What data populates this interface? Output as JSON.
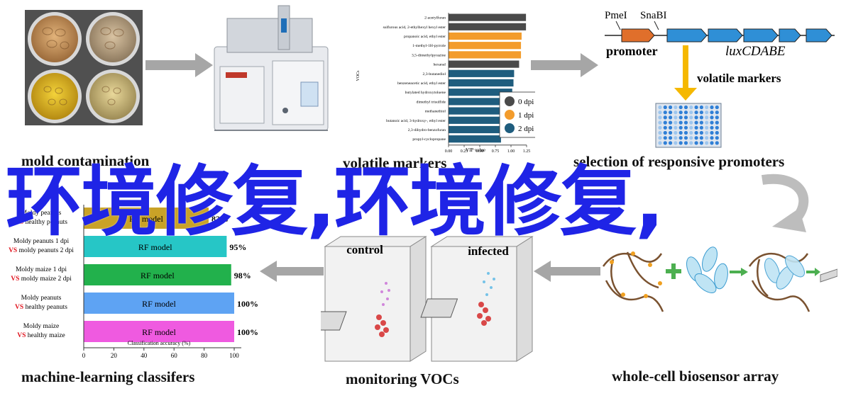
{
  "captions": {
    "mold": "mold contamination",
    "volatile_top": "volatile markers",
    "selection": "selection of responsive promoters",
    "ml": "machine-learning classifers",
    "monitoring": "monitoring VOCs",
    "biosensor": "whole-cell biosensor array"
  },
  "overlay_text": "环境修复,环境修复,",
  "construct": {
    "site1": "PmeI",
    "site2": "SnaBI",
    "promoter": "promoter",
    "genes": "luxCDABE",
    "volatile": "volatile markers"
  },
  "boxes": {
    "control": "control",
    "infected": "infected"
  },
  "voc_chart": {
    "type": "bar",
    "ylabel": "VOCs",
    "xlabel": "VIP value",
    "xlim": [
      0,
      1.25
    ],
    "xticks": [
      "0.00",
      "0.25",
      "0.50",
      "0.75",
      "1.00",
      "1.25"
    ],
    "legend": [
      {
        "label": "0  dpi",
        "color": "#4a4a4a"
      },
      {
        "label": "1  dpi",
        "color": "#f39c2c"
      },
      {
        "label": "2  dpi",
        "color": "#1f5d7e"
      }
    ],
    "categories": [
      "2-acetylfuran",
      "sulfurous acid, 2-ethylhexyl hexyl ester",
      "propanoic acid, ethyl ester",
      "1-methyl-1H-pyrrole",
      "3,5-dimethylpyrazine",
      "hexanal",
      "2,3-butanediol",
      "benzeneacetic acid, ethyl ester",
      "butylated hydroxytoluene",
      "dimethyl trisulfide",
      "methanethiol",
      "butanoic acid, 3-hydroxy-, ethyl ester",
      "2,3-dihydro-benzofuran",
      "propyl-cyclopropane"
    ],
    "values": [
      1.24,
      1.24,
      1.17,
      1.16,
      1.16,
      1.13,
      1.05,
      1.04,
      1.02,
      0.98,
      0.98,
      0.97,
      0.87,
      0.84
    ],
    "groups": [
      0,
      0,
      1,
      1,
      1,
      0,
      2,
      2,
      2,
      2,
      2,
      2,
      2,
      2
    ]
  },
  "chart_data": {
    "type": "bar",
    "xlabel": "Classification accuracy (%)",
    "xlim": [
      0,
      100
    ],
    "xticks": [
      "0",
      "20",
      "40",
      "60",
      "80",
      "100"
    ],
    "bar_label": "RF model",
    "categories": [
      {
        "a": "Moldy peanuts",
        "vs": "VS",
        "b": "healthy peanuts"
      },
      {
        "a": "Moldy peanuts 1 dpi",
        "vs": "VS",
        "b": "moldy peanuts 2 dpi"
      },
      {
        "a": "Moldy maize 1 dpi",
        "vs": "VS",
        "b": "moldy maize 2 dpi"
      },
      {
        "a": "Moldy peanuts",
        "vs": "VS",
        "b": "healthy peanuts"
      },
      {
        "a": "Moldy maize",
        "vs": "VS",
        "b": "healthy maize"
      }
    ],
    "values": [
      83,
      95,
      98,
      100,
      100
    ],
    "value_labels": [
      "83%",
      "95%",
      "98%",
      "100%",
      "100%"
    ],
    "colors": [
      "#c9a227",
      "#26c6c6",
      "#22b14c",
      "#5ea3f3",
      "#ef5ae0"
    ]
  }
}
